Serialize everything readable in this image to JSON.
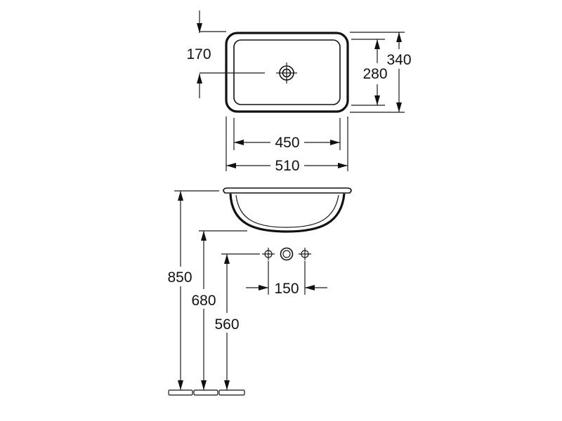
{
  "dimensions": {
    "outer_depth": "340",
    "inner_depth": "280",
    "drain_offset": "170",
    "inner_width": "450",
    "outer_width": "510",
    "tap_spacing": "150",
    "rim_height": "850",
    "bowl_bottom_height": "680",
    "tap_height": "560"
  },
  "colors": {
    "line": "#111111",
    "background": "#ffffff"
  }
}
